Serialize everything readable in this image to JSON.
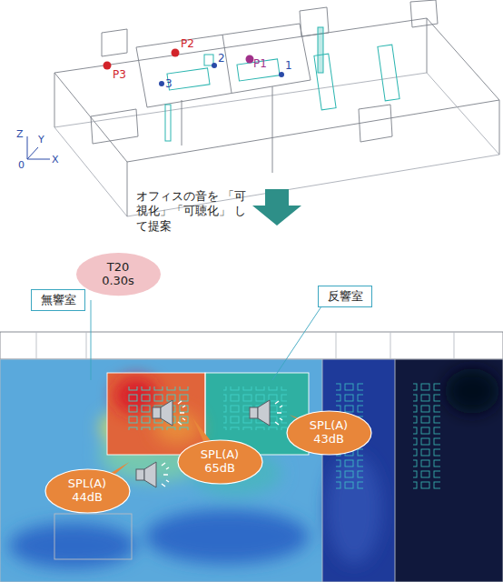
{
  "diagram": {
    "nodes": [
      {
        "text": [
          "T20 0.30s"
        ]
      },
      {
        "text": [
          "無響室"
        ]
      },
      {
        "text": [
          "反響室"
        ]
      },
      {
        "text": [
          "SPL(A) 43dB"
        ]
      },
      {
        "text": [
          "SPL(A) 65dB"
        ]
      },
      {
        "text": [
          "SPL(A) 44dB"
        ]
      }
    ],
    "labels": [
      "P2",
      "P1",
      "P3",
      "1",
      "2",
      "3",
      "Z",
      "Y",
      "0",
      "X",
      "オフィスの音を 「可視化」「可聴化」 して提案"
    ]
  }
}
